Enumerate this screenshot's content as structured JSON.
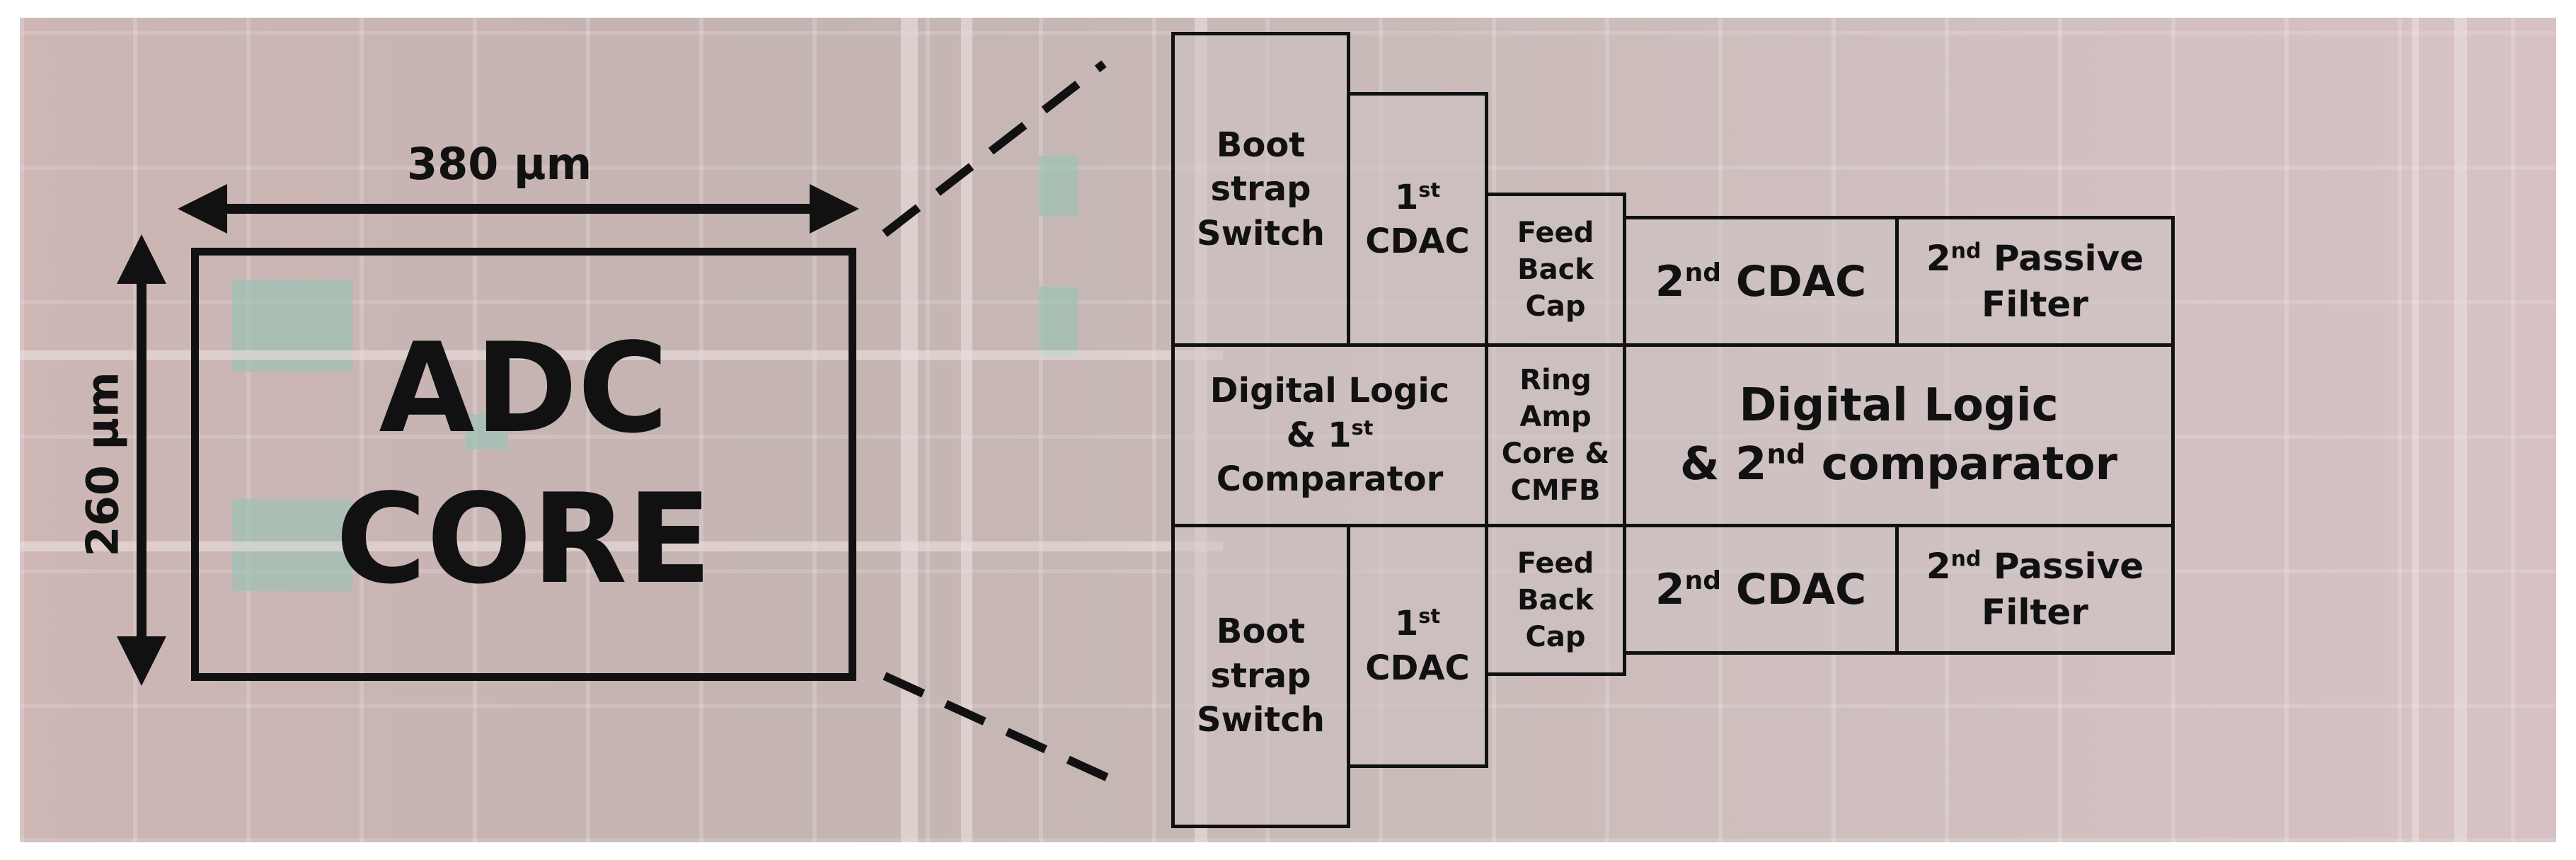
{
  "core": {
    "line1": "ADC",
    "line2": "CORE"
  },
  "dimensions": {
    "width": "380 µm",
    "height": "260 µm"
  },
  "blocks": {
    "bootstrap_top": {
      "l1": "Boot",
      "l2": "strap",
      "l3": "Switch"
    },
    "cdac1_top": {
      "num": "1",
      "sup": "st",
      "label": "CDAC"
    },
    "feedback_top": {
      "l1": "Feed",
      "l2": "Back",
      "l3": "Cap"
    },
    "cdac2_top": {
      "num": "2",
      "sup": "nd",
      "label": " CDAC"
    },
    "filter_top": {
      "num": "2",
      "sup": "nd",
      "label": " Passive",
      "l2": "Filter"
    },
    "logic_left": {
      "l1": "Digital Logic",
      "l2a": "& 1",
      "sup": "st",
      "l3": "Comparator"
    },
    "ringamp": {
      "l1": "Ring",
      "l2": "Amp",
      "l3": "Core &",
      "l4": "CMFB"
    },
    "logic_right": {
      "l1": "Digital Logic",
      "l2a": "& 2",
      "sup": "nd",
      "l2b": " comparator"
    },
    "bootstrap_bot": {
      "l1": "Boot",
      "l2": "strap",
      "l3": "Switch"
    },
    "cdac1_bot": {
      "num": "1",
      "sup": "st",
      "label": "CDAC"
    },
    "feedback_bot": {
      "l1": "Feed",
      "l2": "Back",
      "l3": "Cap"
    },
    "cdac2_bot": {
      "num": "2",
      "sup": "nd",
      "label": " CDAC"
    },
    "filter_bot": {
      "num": "2",
      "sup": "nd",
      "label": " Passive",
      "l2": "Filter"
    }
  }
}
